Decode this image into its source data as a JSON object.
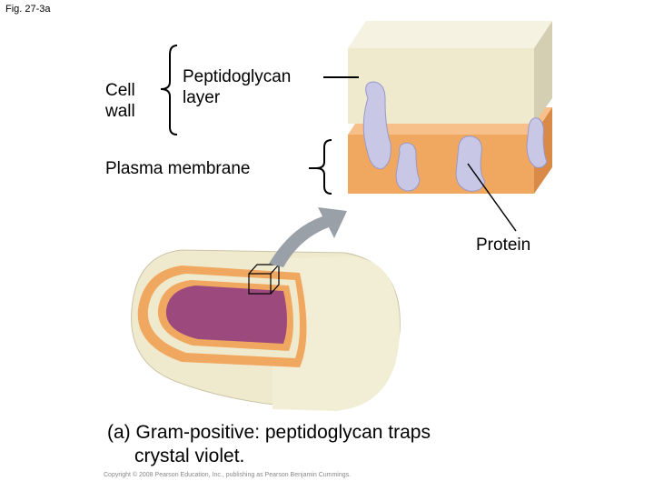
{
  "figure": {
    "label": "Fig. 27-3a",
    "cell_wall_line1": "Cell",
    "cell_wall_line2": "wall",
    "peptidoglycan_line1": "Peptidoglycan",
    "peptidoglycan_line2": "layer",
    "plasma_membrane": "Plasma membrane",
    "protein": "Protein",
    "caption_line1": "(a) Gram-positive: peptidoglycan traps",
    "caption_line2": "crystal violet.",
    "copyright": "Copyright © 2008 Pearson Education, Inc., publishing as Pearson Benjamin Cummings."
  },
  "colors": {
    "peptidoglycan": "#efeacd",
    "membrane": "#f0a860",
    "protein": "#c8c7e6",
    "cytoplasm": "#9c4a7e",
    "arrow": "#9aa0a8"
  }
}
